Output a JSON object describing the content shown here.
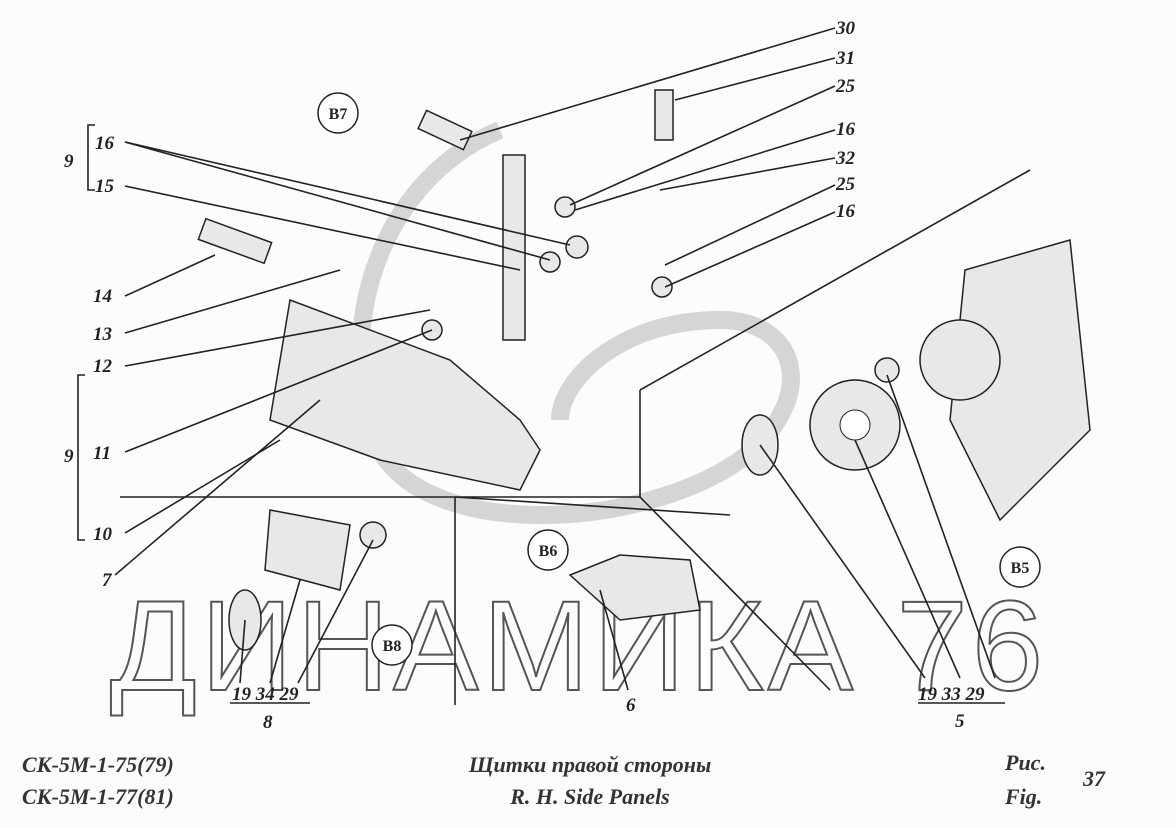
{
  "callouts": {
    "r30": "30",
    "r31": "31",
    "r25a": "25",
    "r16a": "16",
    "r32": "32",
    "r25b": "25",
    "r16b": "16",
    "l9a": "9",
    "l16": "16",
    "l15": "15",
    "l14": "14",
    "l13": "13",
    "l12": "12",
    "l9b": "9",
    "l11": "11",
    "l10": "10",
    "l7": "7",
    "g8_parts": "19 34 29",
    "g8": "8",
    "p6": "6",
    "g5_parts": "19 33 29",
    "g5": "5"
  },
  "view_refs": {
    "b7": "B7",
    "b6": "B6",
    "b5": "B5",
    "b8": "B8"
  },
  "watermark": "ДИНАМИКА 76",
  "caption": {
    "model_1": "СК-5М-1-75(79)",
    "model_2": "СК-5М-1-77(81)",
    "title_ru": "Щитки правой стороны",
    "title_en": "R. H. Side Panels",
    "fig_ru": "Рис.",
    "fig_en": "Fig.",
    "fig_number": "37"
  }
}
